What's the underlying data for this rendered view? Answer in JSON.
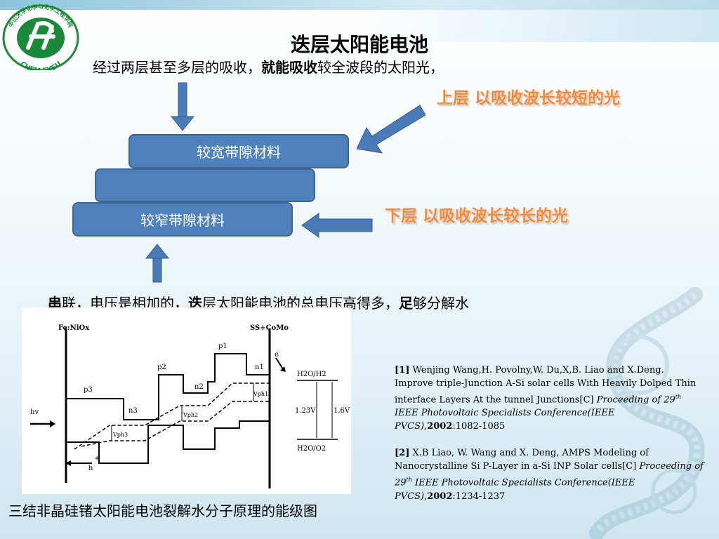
{
  "logo": {
    "text_top": "中山大学化学与化学工程学院",
    "text_bottom": "CHEM SYSU"
  },
  "title": "迭层太阳能电池",
  "intro": {
    "pre": "经过两层甚至多层的吸收，",
    "bold": "就能吸收",
    "post": "较全波段的太阳光，"
  },
  "upper_note": "上层 以吸收波长较短的光",
  "lower_note": "下层 以吸收波长较长的光",
  "layers": {
    "top": "较宽带隙材料",
    "middle": "",
    "bottom": "较窄带隙材料"
  },
  "series_text": {
    "b1": "串",
    "t1": "联，电压是相加的，",
    "b2": "迭",
    "t2": "层太阳能电池的总电压高得多，",
    "b3": "足",
    "t3": "够分解水"
  },
  "diagram_labels": {
    "left_top": "Fe:NiOx",
    "right_top": "SS+CoMo",
    "hv": "hv",
    "p3": "p3",
    "n3": "n3",
    "p2": "p2",
    "n2": "n2",
    "p1": "p1",
    "n1": "n1",
    "e": "e",
    "h": "h",
    "plus": "+",
    "vph1": "Vph1",
    "vph2": "Vph2",
    "vph3": "Vph3",
    "h2o_h2": "H2O/H2",
    "h2o_o2": "H2O/O2",
    "v123": "1.23V",
    "v16": "1.6V"
  },
  "ref1": {
    "num": "[1]",
    "authors": " Wenjing Wang,H. Povolny,W. Du,X,B. Liao and X.Deng. Improve triple-Junction A-Si solar cells With Heavily Dolped Thin interface Layers At the tunnel Junctions[C] ",
    "italic_a": "Proceeding of 29",
    "sup": "th",
    "italic_b": " IEEE Photovoltaic Specialists Conference(IEEE PVCS),",
    "year": "2002",
    "pages": ":1082-1085"
  },
  "ref2": {
    "num": "[2]",
    "authors": " X.B Liao, W. Wang and X. Deng, AMPS Modeling of Nanocrystalline Si P-Layer in a-Si INP Solar cells[C] ",
    "italic_a": "Proceeding of 29",
    "sup": "th",
    "italic_b": " IEEE Photovoltaic Specialists Conference(IEEE PVCS),",
    "year": "2002",
    "pages": ":1234-1237"
  },
  "caption": "三结非晶硅锗太阳能电池裂解水分子原理的能级图",
  "colors": {
    "accent_blue": "#4f81bd",
    "arrow_blue": "#4a7ab8",
    "orange": "#f08a3c",
    "logo_green": "#1a8a3a"
  }
}
